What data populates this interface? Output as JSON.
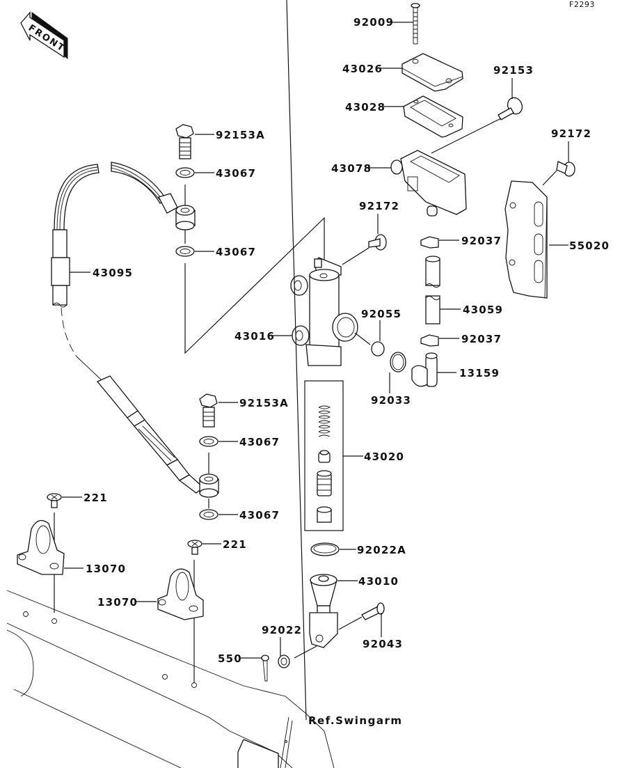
{
  "diagram": {
    "figure_id": "F2293",
    "front_indicator": "FRONT",
    "reference_label": "Ref.Swingarm",
    "callouts": {
      "c92009": "92009",
      "c43026": "43026",
      "c43028": "43028",
      "c92153": "92153",
      "c43078": "43078",
      "c92172_top": "92172",
      "c55020": "55020",
      "c92153A_top": "92153A",
      "c43067_1": "43067",
      "c43067_2": "43067",
      "c43095": "43095",
      "c92172_mid": "92172",
      "c92037_top": "92037",
      "c43059": "43059",
      "c92037_bot": "92037",
      "c13159": "13159",
      "c43016": "43016",
      "c92055": "92055",
      "c92033": "92033",
      "c92153A_bot": "92153A",
      "c43067_3": "43067",
      "c43067_4": "43067",
      "c43020": "43020",
      "c221_left": "221",
      "c13070_left": "13070",
      "c221_right": "221",
      "c13070_right": "13070",
      "c92022A": "92022A",
      "c43010": "43010",
      "c92022": "92022",
      "c550": "550",
      "c92043": "92043"
    }
  }
}
